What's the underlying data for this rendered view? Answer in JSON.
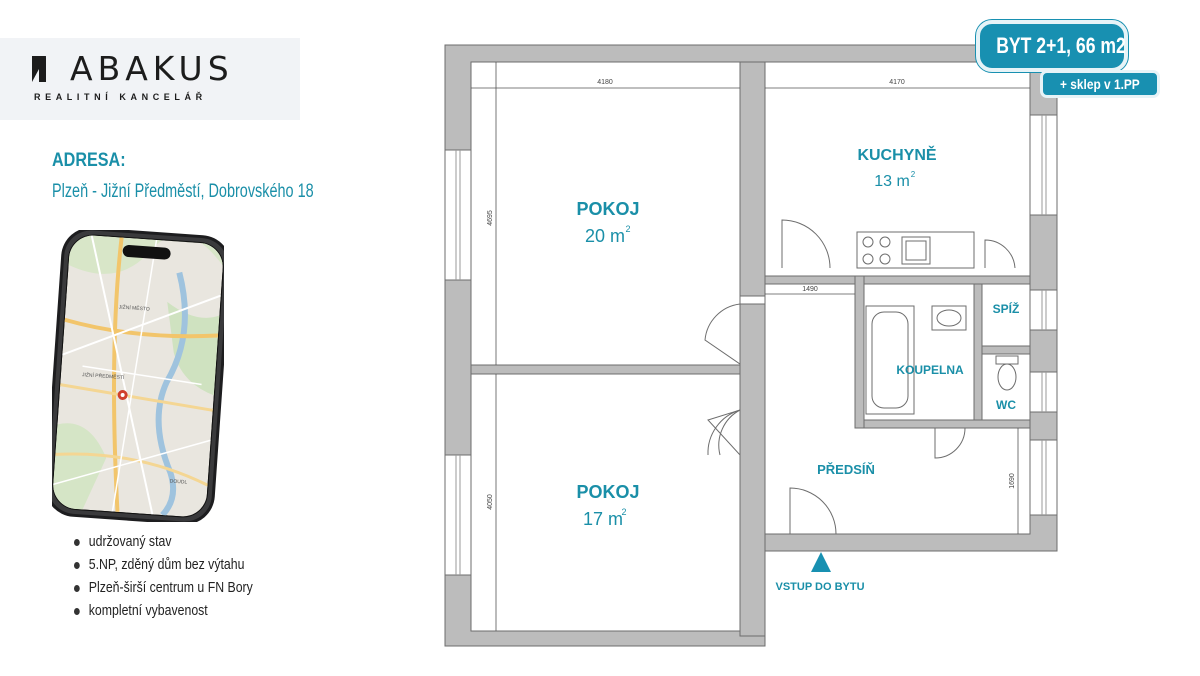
{
  "logo": {
    "name": "ABAKUS",
    "subtitle": "REALITNÍ KANCELÁŘ"
  },
  "badge": {
    "title": "BYT 2+1, 66 m2",
    "subtitle": "+ sklep v 1.PP"
  },
  "address": {
    "label": "ADRESA:",
    "value": "Plzeň - Jižní Předměstí, Dobrovského 18"
  },
  "map_labels": {
    "district1": "JIŽNÍ MĚSTO",
    "district2": "JIŽNÍ PŘEDMĚSTÍ",
    "district3": "DOUDL"
  },
  "features": [
    "udržovaný stav",
    "5.NP, zděný dům bez výtahu",
    "Plzeň-širší centrum u FN Bory",
    "kompletní vybavenost"
  ],
  "rooms": {
    "pokoj1": {
      "name": "POKOJ",
      "area": "20 m",
      "sup": "2"
    },
    "pokoj2": {
      "name": "POKOJ",
      "area": "17 m",
      "sup": "2"
    },
    "kuchyne": {
      "name": "KUCHYNĚ",
      "area": "13 m",
      "sup": "2"
    },
    "koupelna": {
      "name": "KOUPELNA"
    },
    "spiz": {
      "name": "SPÍŽ"
    },
    "wc": {
      "name": "WC"
    },
    "predsin": {
      "name": "PŘEDSÍŇ"
    }
  },
  "dimensions": {
    "d4180": "4180",
    "d4170": "4170",
    "d4695": "4695",
    "d4050": "4050",
    "d1490": "1490",
    "d1690": "1690"
  },
  "entrance": {
    "label": "VSTUP DO BYTU"
  },
  "colors": {
    "accent": "#1a8fa8",
    "badge": "#1890b1",
    "wall": "#bcbcbc",
    "wall_outline": "#6d6d6d"
  }
}
